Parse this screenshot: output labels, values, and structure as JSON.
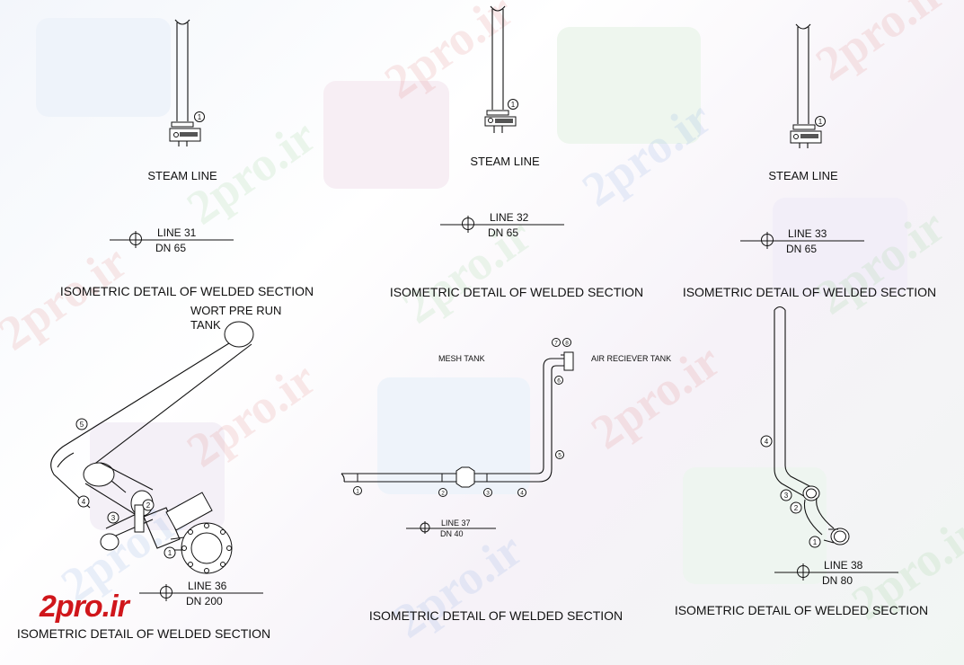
{
  "colors": {
    "ink": "#111111",
    "logo": "#d0161b",
    "watermark_a": "#e38a8a",
    "watermark_b": "#8fb0e6",
    "watermark_c": "#9bd49b"
  },
  "watermark": "2pro.ir",
  "logo": "2pro.ir",
  "details": [
    {
      "id": "d1",
      "label": "STEAM LINE",
      "line": "LINE 31",
      "dn": "DN 65",
      "title": "ISOMETRIC DETAIL OF WELDED SECTION",
      "marker": "1"
    },
    {
      "id": "d2",
      "label": "STEAM LINE",
      "line": "LINE 32",
      "dn": "DN 65",
      "title": "ISOMETRIC DETAIL OF WELDED SECTION",
      "marker": "1"
    },
    {
      "id": "d3",
      "label": "STEAM LINE",
      "line": "LINE 33",
      "dn": "DN 65",
      "title": "ISOMETRIC DETAIL OF WELDED SECTION",
      "marker": "1"
    },
    {
      "id": "d4",
      "tank_line1": "WORT PRE RUN",
      "tank_line2": "TANK",
      "line": "LINE 36",
      "dn": "DN 200",
      "title": "ISOMETRIC DETAIL OF WELDED SECTION",
      "markers": [
        "5",
        "4",
        "3",
        "2",
        "1"
      ]
    },
    {
      "id": "d5",
      "left_label": "MESH TANK",
      "right_label": "AIR RECIEVER TANK",
      "line": "LINE 37",
      "dn": "DN 40",
      "title": "ISOMETRIC DETAIL OF WELDED SECTION",
      "markers": [
        "1",
        "2",
        "3",
        "4",
        "5",
        "6",
        "7",
        "8"
      ]
    },
    {
      "id": "d6",
      "line": "LINE 38",
      "dn": "DN 80",
      "title": "ISOMETRIC DETAIL OF WELDED SECTION",
      "markers": [
        "4",
        "3",
        "2",
        "1"
      ]
    }
  ]
}
